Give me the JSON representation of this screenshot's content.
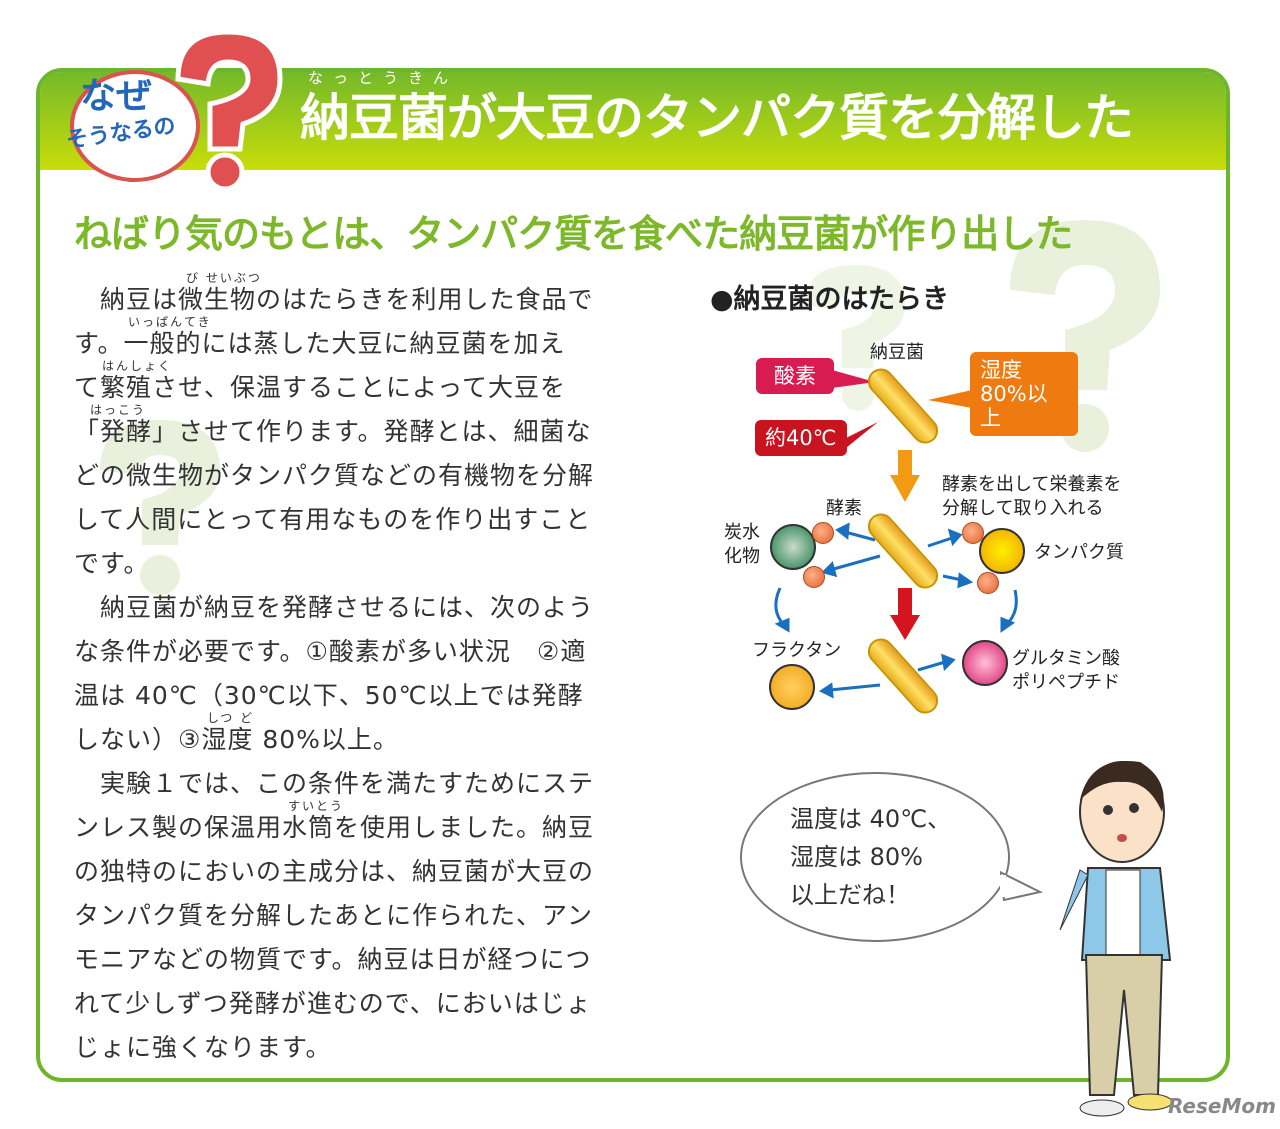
{
  "header": {
    "badge_line1": "なぜ",
    "badge_line2": "そうなるの",
    "question_mark": "?",
    "title_ruby": "なっとうきん",
    "title": "納豆菌が大豆のタンパク質を分解した"
  },
  "subtitle": "ねばり気のもとは、タンパク質を食べた納豆菌が作り出した",
  "body": {
    "lines": [
      "　納豆は微生物のはたらきを利用した食品で",
      "す。一般的には蒸した大豆に納豆菌を加え",
      "て繁殖させ、保温することによって大豆を",
      "「発酵」させて作ります。発酵とは、細菌な",
      "どの微生物がタンパク質などの有機物を分解",
      "して人間にとって有用なものを作り出すこと",
      "です。",
      "　納豆菌が納豆を発酵させるには、次のよう",
      "な条件が必要です。①酸素が多い状況　②適",
      "温は 40℃（30℃以下、50℃以上では発酵",
      "しない）③湿度 80%以上。",
      "　実験１では、この条件を満たすためにステ",
      "ンレス製の保温用水筒を使用しました。納豆",
      "の独特のにおいの主成分は、納豆菌が大豆の",
      "タンパク質を分解したあとに作られた、アン",
      "モニアなどの物質です。納豆は日が経つにつ",
      "れて少しずつ発酵が進むので、においはじょ",
      "じょに強くなります。"
    ],
    "rubies": [
      "び せいぶつ",
      "いっぱんてき",
      "はんしょく",
      "はっこう",
      "しつ ど",
      "すいとう"
    ]
  },
  "diagram": {
    "title": "●納豆菌のはたらき",
    "natto_label": "納豆菌",
    "oxygen": "酸素",
    "temp": "約40℃",
    "humidity_1": "湿度",
    "humidity_2": "80%以上",
    "enzyme": "酵素",
    "desc_1": "酵素を出して栄養素を",
    "desc_2": "分解して取り入れる",
    "carb_1": "炭水",
    "carb_2": "化物",
    "protein": "タンパク質",
    "fructan": "フラクタン",
    "glu_1": "グルタミン酸",
    "glu_2": "ポリペプチド",
    "colors": {
      "oxygen": "#d81b50",
      "temp": "#c8141e",
      "humidity": "#ee7a10",
      "arrow_orange": "#f29a12",
      "arrow_red": "#d4141e",
      "arrow_blue": "#1a6fc0"
    }
  },
  "speech": {
    "lines": [
      "温度は 40℃、",
      "湿度は 80%",
      "以上だね！"
    ]
  },
  "logo": "ReseMom"
}
